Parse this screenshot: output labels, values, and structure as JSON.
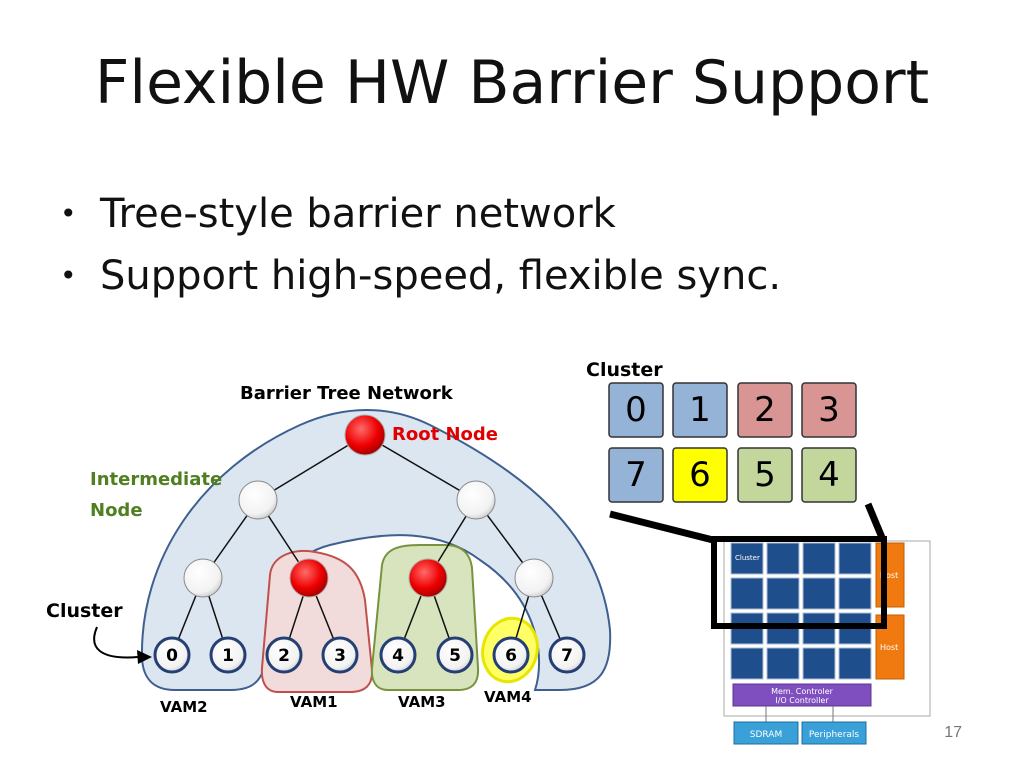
{
  "slide": {
    "title": "Flexible HW Barrier Support",
    "bullets": [
      "Tree-style barrier network",
      "Support high-speed, flexible sync."
    ],
    "page_number": "17"
  },
  "tree": {
    "heading": "Barrier Tree Network",
    "root_label": "Root Node",
    "intermediate_label": [
      "Intermediate",
      "Node"
    ],
    "cluster_label": "Cluster",
    "leaf_labels": [
      "0",
      "1",
      "2",
      "3",
      "4",
      "5",
      "6",
      "7"
    ],
    "vam_labels": [
      "VAM2",
      "VAM1",
      "VAM3",
      "VAM4"
    ]
  },
  "cluster_grid": {
    "label": "Cluster",
    "top_row": [
      "0",
      "1",
      "2",
      "3"
    ],
    "bottom_row": [
      "7",
      "6",
      "5",
      "4"
    ]
  },
  "chip": {
    "cluster_label": "Cluster",
    "host_labels": [
      "Host",
      "Host"
    ],
    "controller_label": [
      "Mem. Controler",
      "I/O Controller"
    ],
    "sdram_label": "SDRAM",
    "peripherals_label": "Peripherals"
  },
  "colors": {
    "root": "#e00000",
    "intermediate_text": "#4f7f1f",
    "blue_cell": "#95b3d7",
    "red_cell": "#d99594",
    "green_cell": "#c3d69b",
    "yellow_cell": "#ffff00",
    "chip_core": "#1f4e8c",
    "host": "#f07a10",
    "controller": "#7f4fbf",
    "io_box": "#3aa0d8"
  }
}
